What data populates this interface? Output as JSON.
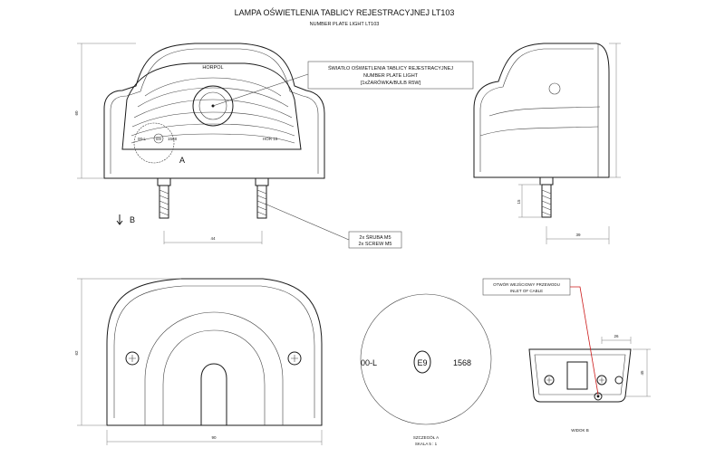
{
  "title": {
    "line1": "LAMPA OŚWIETLENIA TABLICY REJESTRACYJNEJ LT103",
    "line2": "NUMBER PLATE LIGHT LT103"
  },
  "callout_lamp": {
    "line1": "ŚWIATŁO OŚWIETLENIA TABLICY REJESTRACYJNEJ",
    "line2": "NUMBER PLATE LIGHT",
    "line3": "[1xŻARÓWKA/BULB R5W]"
  },
  "callout_screw": {
    "line1": "2x ŚRUBA M5",
    "line2": "2x SCREW M5"
  },
  "callout_cable": {
    "line1": "OTWÓR WEJŚCIOWY PRZEWODU",
    "line2": "INLET OF CABLE"
  },
  "lens_markings": {
    "brand": "HORPOL",
    "code_left": "00-L",
    "approval": "E9",
    "number": "1568",
    "code_right": "HOR 10"
  },
  "detail_markings": {
    "code_left": "00-L",
    "approval": "E9",
    "number": "1568"
  },
  "labels": {
    "detail_a_marker": "A",
    "view_b_marker": "B",
    "detail_a_title": "SZCZEGÓŁ A",
    "detail_a_scale": "SKALA 5 : 1",
    "view_b_title": "WIDOK B"
  },
  "dimensions": {
    "front_height": "60",
    "bolt_spacing": "44",
    "side_bolt_len": "15",
    "side_offset": "39",
    "bottom_height": "62",
    "bottom_width": "90",
    "viewb_width": "26",
    "viewb_height": "45"
  }
}
